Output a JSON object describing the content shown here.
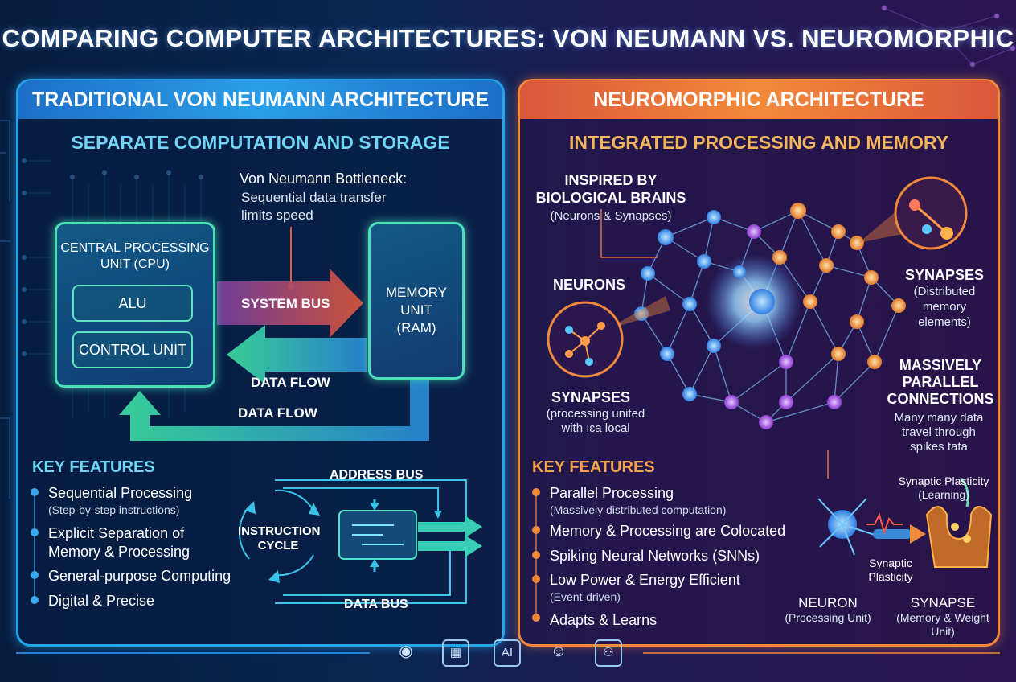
{
  "title": "COMPARING COMPUTER ARCHITECTURES: VON NEUMANN VS. NEUROMORPHIC",
  "left": {
    "heading": "TRADITIONAL VON NEUMANN ARCHITECTURE",
    "subheading": "SEPARATE COMPUTATION AND STORAGE",
    "bottleneck_title": "Von Neumann Bottleneck:",
    "bottleneck_text_1": "Sequential data transfer",
    "bottleneck_text_2": "limits speed",
    "cpu_label_1": "CENTRAL PROCESSING",
    "cpu_label_2": "UNIT (CPU)",
    "alu": "ALU",
    "control_unit": "CONTROL UNIT",
    "memory_label_1": "MEMORY",
    "memory_label_2": "UNIT",
    "memory_label_3": "(RAM)",
    "system_bus": "SYSTEM BUS",
    "data_flow_1": "DATA FLOW",
    "data_flow_2": "DATA FLOW",
    "key_features": "KEY FEATURES",
    "features": [
      {
        "title": "Sequential Processing",
        "sub": "(Step-by-step instructions)"
      },
      {
        "title": "Explicit Separation of",
        "title2": "Memory & Processing"
      },
      {
        "title": "General-purpose Computing"
      },
      {
        "title": "Digital & Precise"
      }
    ],
    "address_bus": "ADDRESS BUS",
    "data_bus": "DATA BUS",
    "instruction_cycle_1": "INSTRUCTION",
    "instruction_cycle_2": "CYCLE"
  },
  "right": {
    "heading": "NEUROMORPHIC ARCHITECTURE",
    "subheading": "INTEGRATED PROCESSING AND MEMORY",
    "inspired_1": "INSPIRED BY",
    "inspired_2": "BIOLOGICAL BRAINS",
    "inspired_sub": "(Neurons & Synapses)",
    "neurons": "NEURONS",
    "synapses_left": "SYNAPSES",
    "synapses_left_sub_1": "(processing united",
    "synapses_left_sub_2": "with ıɛa local",
    "synapses_right": "SYNAPSES",
    "synapses_right_sub_1": "(Distributed",
    "synapses_right_sub_2": "memory",
    "synapses_right_sub_3": "elements)",
    "massively_1": "MASSIVELY",
    "massively_2": "PARALLEL",
    "massively_3": "CONNECTIONS",
    "massively_sub_1": "Many many data",
    "massively_sub_2": "travel through",
    "massively_sub_3": "spikes tata",
    "key_features": "KEY FEATURES",
    "features": [
      {
        "title": "Parallel Processing",
        "sub": "(Massively distributed computation)"
      },
      {
        "title": "Memory & Processing are Colocated"
      },
      {
        "title": "Spiking Neural Networks (SNNs)"
      },
      {
        "title": "Low Power & Energy Efficient",
        "sub": "(Event-driven)"
      },
      {
        "title": "Adapts & Learns"
      }
    ],
    "synaptic_plasticity_top_1": "Synaptic Plasticity",
    "synaptic_plasticity_top_2": "(Learning)",
    "synaptic_plasticity_mid_1": "Synaptic",
    "synaptic_plasticity_mid_2": "Plasticity",
    "neuron": "NEURON",
    "neuron_sub": "(Processing Unit)",
    "synapse": "SYNAPSE",
    "synapse_sub_1": "(Memory & Weight",
    "synapse_sub_2": "Unit)"
  },
  "footer_icons": [
    "signal-icon",
    "chip-icon",
    "ai-icon",
    "robot-icon",
    "robot-head-icon"
  ],
  "footer_ai_text": "AI",
  "colors": {
    "left_accent": "#27a4ea",
    "right_accent": "#f08a3a",
    "teal": "#4de0b8"
  }
}
